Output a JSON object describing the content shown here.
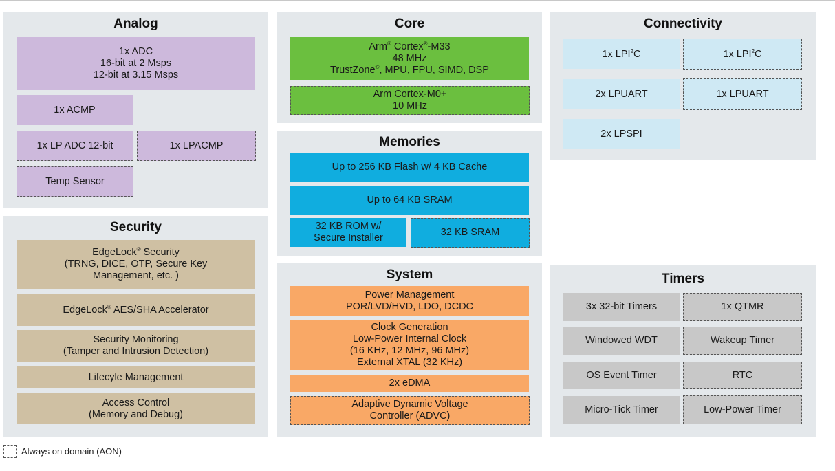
{
  "analog": {
    "title": "Analog",
    "adc": [
      "1x ADC",
      "16-bit at 2 Msps",
      "12-bit at 3.15 Msps"
    ],
    "acmp": "1x ACMP",
    "lp_adc": "1x LP ADC 12-bit",
    "lpacmp": "1x LPACMP",
    "temp": "Temp Sensor"
  },
  "core": {
    "title": "Core",
    "m33": {
      "line1_pre": "Arm",
      "line1_mid": " Cortex",
      "line1_post": "-M33",
      "line2": "48 MHz",
      "line3_pre": "TrustZone",
      "line3_post": ", MPU, FPU, SIMD, DSP",
      "reg": "®"
    },
    "m0": [
      "Arm Cortex-M0+",
      "10 MHz"
    ]
  },
  "memories": {
    "title": "Memories",
    "flash": "Up to 256 KB Flash w/ 4 KB Cache",
    "sram": "Up to 64 KB SRAM",
    "rom": [
      "32 KB ROM w/",
      "Secure Installer"
    ],
    "sram_aon": "32 KB SRAM"
  },
  "system": {
    "title": "System",
    "power": [
      "Power Management",
      "POR/LVD/HVD, LDO, DCDC"
    ],
    "clock": [
      "Clock Generation",
      "Low-Power Internal Clock",
      "(16 KHz, 12 MHz, 96 MHz)",
      "External XTAL (32 KHz)"
    ],
    "edma": "2x eDMA",
    "advc": [
      "Adaptive Dynamic Voltage",
      "Controller (ADVC)"
    ]
  },
  "security": {
    "title": "Security",
    "edgelock": {
      "pre": "EdgeLock",
      "post": " Security",
      "reg": "®",
      "line2": "(TRNG, DICE, OTP, Secure Key",
      "line3": "Management, etc. )"
    },
    "aes": {
      "pre": "EdgeLock",
      "post": " AES/SHA Accelerator",
      "reg": "®"
    },
    "monitor": [
      "Security Monitoring",
      "(Tamper and Intrusion Detection)"
    ],
    "lifecycle": "Lifecyle Management",
    "access": [
      "Access Control",
      "(Memory and Debug)"
    ]
  },
  "connectivity": {
    "title": "Connectivity",
    "lpi2c_pre": "1x LPI",
    "lpi2c_sup": "2",
    "lpi2c_post": "C",
    "lpuart_main": "2x LPUART",
    "lpuart_aon": "1x LPUART",
    "lpspi": "2x LPSPI"
  },
  "timers": {
    "title": "Timers",
    "t32": "3x 32-bit Timers",
    "qtmr": "1x QTMR",
    "wdt": "Windowed WDT",
    "wakeup": "Wakeup Timer",
    "os": "OS Event Timer",
    "rtc": "RTC",
    "micro": "Micro-Tick Timer",
    "lp": "Low-Power Timer"
  },
  "legend": "Always on domain (AON)"
}
